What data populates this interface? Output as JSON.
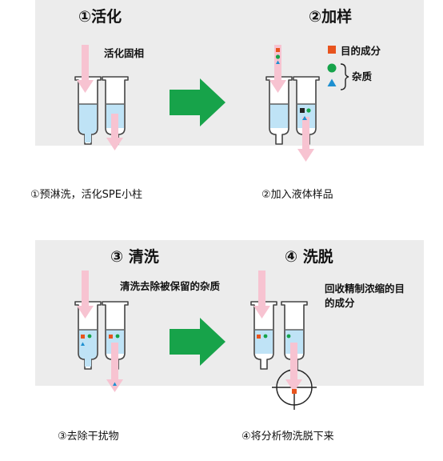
{
  "top": {
    "step1": {
      "title": "①活化",
      "note": "活化固相",
      "caption": "①预淋洗，活化SPE小柱"
    },
    "step2": {
      "title": "②加样",
      "legend": {
        "target": "目的成分",
        "impurities": "杂质"
      },
      "caption": "②加入液体样品"
    }
  },
  "bottom": {
    "step3": {
      "title": "③ 清洗",
      "note": "清洗去除被保留的杂质",
      "caption": "③去除干扰物"
    },
    "step4": {
      "title": "④ 洗脱",
      "note_line1": "回收精制浓缩的目",
      "note_line2": "的成分",
      "caption": "④将分析物洗脱下来"
    }
  },
  "colors": {
    "panel": "#ececec",
    "liquid": "#bfe3f6",
    "pink_arrow": "#f7c3d1",
    "green_arrow": "#17a34a",
    "target_marker": "#e8541e",
    "impurity_circle": "#16a34a",
    "impurity_triangle": "#1d8fd0"
  },
  "icons": {
    "flow": "pink-down-arrow",
    "next": "green-right-arrow",
    "target": "orange-square",
    "impurity_a": "green-circle",
    "impurity_b": "blue-triangle",
    "collector": "crosshair-target"
  }
}
